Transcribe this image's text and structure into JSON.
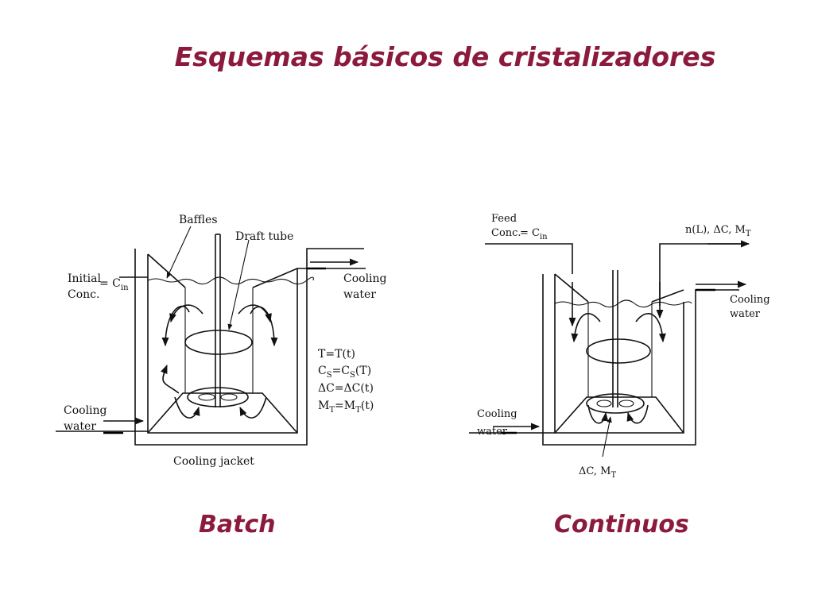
{
  "title": "Esquemas básicos de cristalizadores",
  "captions": {
    "batch": "Batch",
    "continuous": "Continuos"
  },
  "batch": {
    "baffles": "Baffles",
    "draft_tube": "Draft tube",
    "initial_line1": "Initial",
    "initial_line2": "Conc.",
    "eq_cin": "= C",
    "cin_sub": "in",
    "cooling_water_out_1": "Cooling",
    "cooling_water_out_2": "water",
    "cooling_water_in_1": "Cooling",
    "cooling_water_in_2": "water",
    "cooling_jacket": "Cooling jacket",
    "eq1": "T=T(t)",
    "eq2_a": "C",
    "eq2_s1": "S",
    "eq2_b": "=C",
    "eq2_s2": "S",
    "eq2_c": "(T)",
    "eq3": "ΔC=ΔC(t)",
    "eq4_a": "M",
    "eq4_s1": "T",
    "eq4_b": "=M",
    "eq4_s2": "T",
    "eq4_c": "(t)"
  },
  "continuous": {
    "feed_line1": "Feed",
    "feed_line2": "Conc.",
    "feed_eq": "= C",
    "feed_sub": "in",
    "output_label": "n(L), ΔC, M",
    "output_sub": "T",
    "cooling_water_out_1": "Cooling",
    "cooling_water_out_2": "water",
    "cooling_water_in_1": "Cooling",
    "cooling_water_in_2": "water",
    "bottom_label": "ΔC, M",
    "bottom_sub": "T"
  }
}
